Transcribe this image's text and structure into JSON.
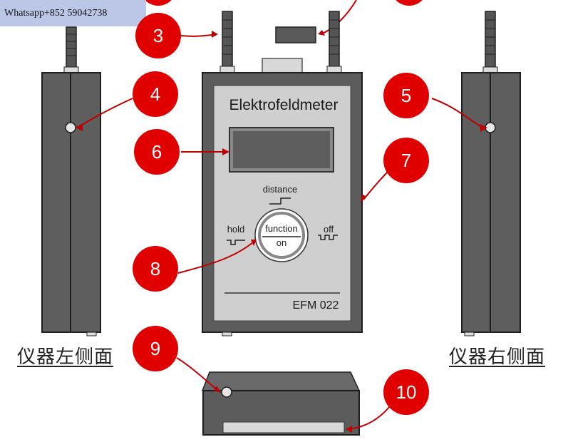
{
  "watermark": "Whatsapp+852 59042738",
  "device": {
    "title": "Elektrofeldmeter",
    "model": "EFM 022",
    "labels": {
      "distance": "distance",
      "hold": "hold",
      "function": "function",
      "on": "on",
      "off": "off"
    }
  },
  "captions": {
    "left_side": "仪器左侧面",
    "right_side": "仪器右侧面"
  },
  "callouts": [
    "3",
    "4",
    "5",
    "6",
    "7",
    "8",
    "9",
    "10"
  ],
  "colors": {
    "callout": "#e10000",
    "device_body": "#5c5c5c",
    "panel": "#cfcfcf",
    "watermark_bg": "#bcc6e6"
  }
}
